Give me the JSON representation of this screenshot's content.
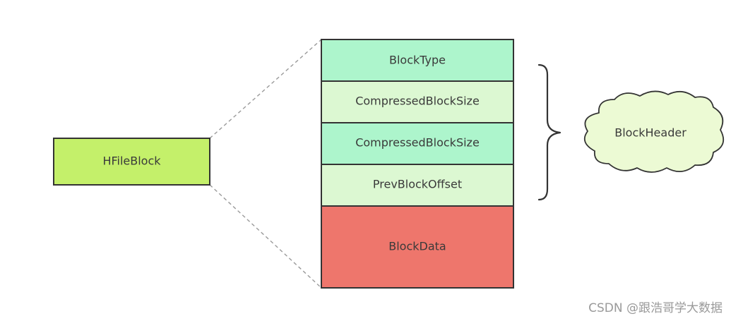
{
  "hfileblock": {
    "label": "HFileBlock",
    "color": "#c4f06a"
  },
  "block_fields": [
    {
      "label": "BlockType",
      "color": "#adf5cc"
    },
    {
      "label": "CompressedBlockSize",
      "color": "#dcf8d2"
    },
    {
      "label": "CompressedBlockSize",
      "color": "#adf5cc"
    },
    {
      "label": "PrevBlockOffset",
      "color": "#dcf8d2"
    },
    {
      "label": "BlockData",
      "color": "#ee766c"
    }
  ],
  "block_header": {
    "label": "BlockHeader",
    "color": "#ecfad4"
  },
  "watermark": "CSDN @跟浩哥学大数据"
}
